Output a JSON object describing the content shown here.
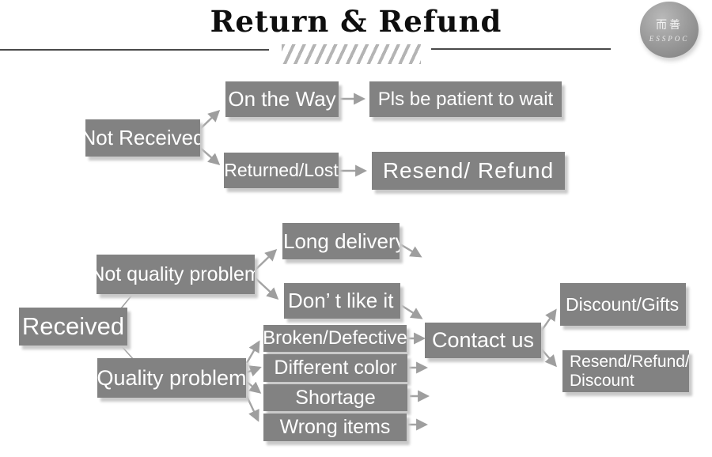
{
  "header": {
    "title": "Return & Refund",
    "logo_cn": "而善",
    "logo_en": "ESSPOC"
  },
  "colors": {
    "node_bg": "#828282",
    "node_text": "#ffffff",
    "connector": "#a3a3a3",
    "rule": "#4a4a4a",
    "hatch": "#b4b4b4",
    "shadow": "#c9c9c9"
  },
  "flowchart": {
    "nodes": {
      "not_received": "Not Received",
      "on_the_way": "On the Way",
      "pls_wait": "Pls be patient to wait",
      "returned_lost": "Returned/Lost",
      "resend_refund": "Resend/ Refund",
      "received": "Received",
      "not_quality_problem": "Not quality problem",
      "quality_problem": "Quality problem",
      "long_delivery": "Long delivery",
      "dont_like_it": "Don’ t like it",
      "broken_defective": "Broken/Defective",
      "different_color": "Different color",
      "shortage": "Shortage",
      "wrong_items": "Wrong items",
      "contact_us": "Contact us",
      "discount_gifts": "Discount/Gifts",
      "resend_refund_discount_line1": "Resend/Refund/",
      "resend_refund_discount_line2": "Discount"
    },
    "edges": [
      {
        "from": "Not Received",
        "to": "On the Way"
      },
      {
        "from": "Not Received",
        "to": "Returned/Lost"
      },
      {
        "from": "On the Way",
        "to": "Pls be patient to wait"
      },
      {
        "from": "Returned/Lost",
        "to": "Resend/ Refund"
      },
      {
        "from": "Received",
        "to": "Not quality problem"
      },
      {
        "from": "Received",
        "to": "Quality problem"
      },
      {
        "from": "Not quality problem",
        "to": "Long delivery"
      },
      {
        "from": "Not quality problem",
        "to": "Don’ t like it"
      },
      {
        "from": "Long delivery",
        "to": "Contact us"
      },
      {
        "from": "Don’ t like it",
        "to": "Contact us"
      },
      {
        "from": "Quality problem",
        "to": "Broken/Defective"
      },
      {
        "from": "Quality problem",
        "to": "Different color"
      },
      {
        "from": "Quality problem",
        "to": "Shortage"
      },
      {
        "from": "Quality problem",
        "to": "Wrong items"
      },
      {
        "from": "Broken/Defective",
        "to": "Contact us"
      },
      {
        "from": "Different color",
        "to": "Contact us"
      },
      {
        "from": "Shortage",
        "to": "Contact us"
      },
      {
        "from": "Wrong items",
        "to": "Contact us"
      },
      {
        "from": "Contact us",
        "to": "Discount/Gifts"
      },
      {
        "from": "Contact us",
        "to": "Resend/Refund/ Discount"
      }
    ]
  }
}
